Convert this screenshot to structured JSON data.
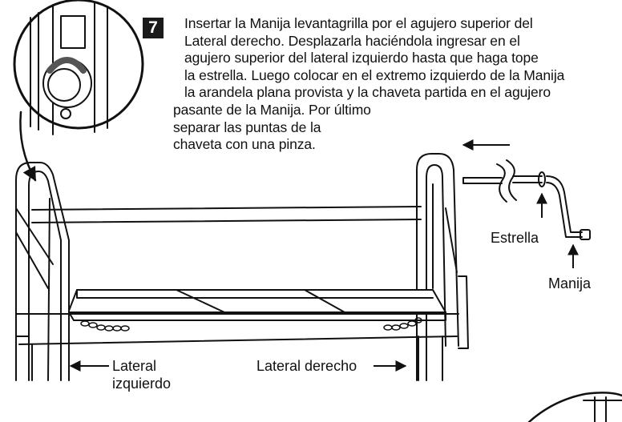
{
  "step": {
    "number": "7",
    "lines": [
      "Insertar la Manija levantagrilla por el agujero superior del",
      "Lateral derecho. Desplazarla haciéndola ingresar en el",
      "agujero superior del lateral izquierdo hasta que haga tope",
      "la estrella. Luego colocar en el extremo izquierdo de la Manija",
      "la arandela plana provista y la chaveta partida en el agujero",
      "pasante de la Manija. Por último",
      "separar las puntas de la",
      "chaveta con una pinza."
    ]
  },
  "labels": {
    "estrella": "Estrella",
    "manija": "Manija",
    "lateral_izq_1": "Lateral",
    "lateral_izq_2": "izquierdo",
    "lateral_der": "Lateral derecho"
  }
}
